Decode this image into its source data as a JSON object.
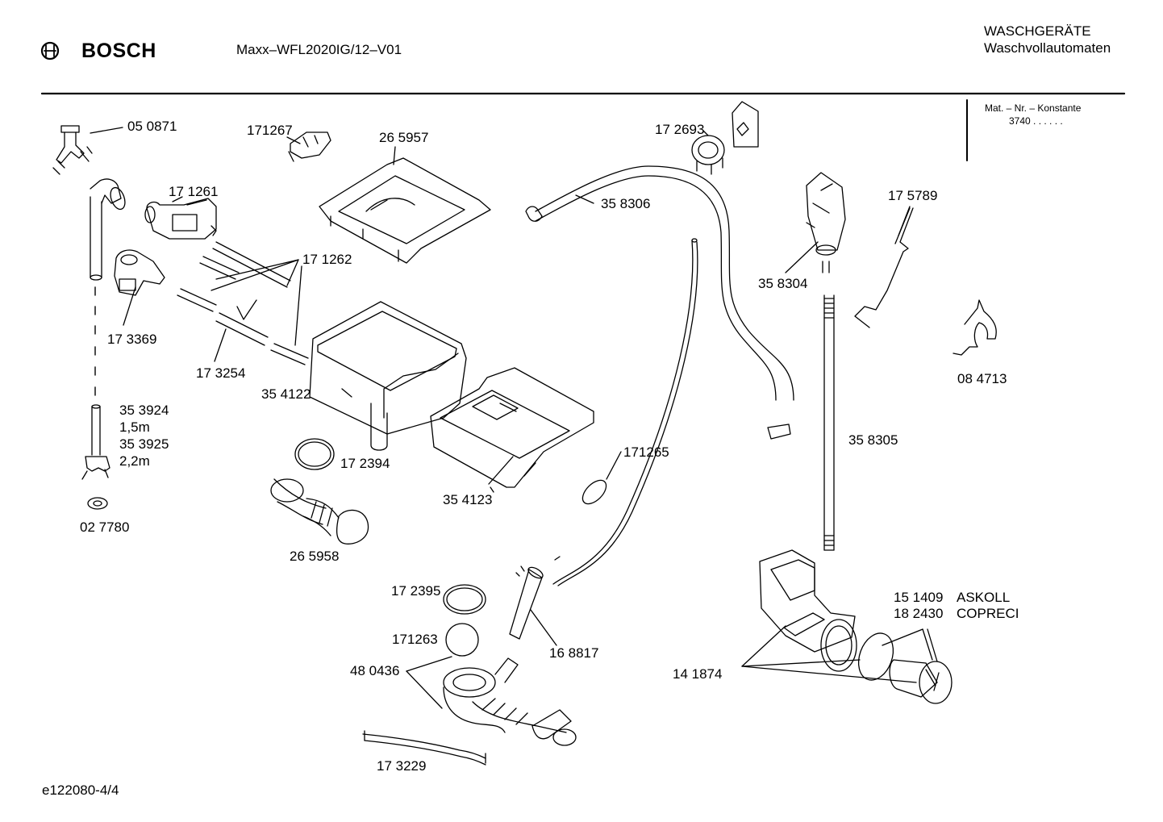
{
  "header": {
    "brand": "BOSCH",
    "model": "Maxx–WFL2020IG/12–V01",
    "category": "WASCHGERÄTE",
    "subcategory": "Waschvollautomaten",
    "mat_label": "Mat. – Nr. – Konstante",
    "mat_value": "3740  .  .     .  .  .  ."
  },
  "footer": {
    "doc_id": "e122080-4/4"
  },
  "parts": {
    "p050871": "05 0871",
    "p171267": "171267",
    "p265957": "26 5957",
    "p172693": "17 2693",
    "p171261": "17 1261",
    "p358306": "35 8306",
    "p175789": "17 5789",
    "p171262": "17 1262",
    "p358304": "35 8304",
    "p173369": "17 3369",
    "p173254": "17 3254",
    "p354122": "35 4122",
    "p084713": "08 4713",
    "p353924": "35 3924",
    "len15": "1,5m",
    "p353925": "35 3925",
    "len22": "2,2m",
    "p358305": "35 8305",
    "p171265": "171265",
    "p172394": "17 2394",
    "p354123": "35 4123",
    "p027780": "02 7780",
    "p265958": "26 5958",
    "p151409": "15 1409",
    "askoll": "ASKOLL",
    "p182430": "18 2430",
    "copreci": "COPRECI",
    "p172395": "17 2395",
    "p171263": "171263",
    "p168817": "16 8817",
    "p480436": "48 0436",
    "p141874": "14 1874",
    "p173229": "17 3229"
  }
}
